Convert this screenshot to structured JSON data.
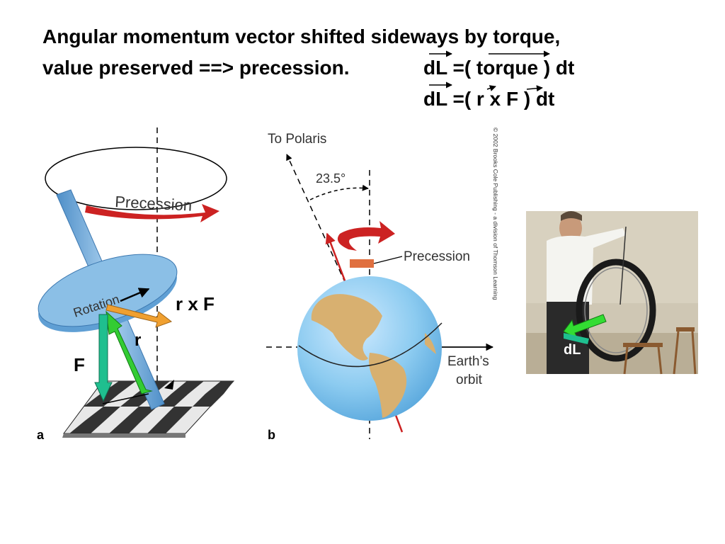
{
  "slide": {
    "title_line1": "Angular momentum vector shifted sideways by torque,",
    "title_line2": "value preserved ==> precession.",
    "equation1": "dL =( torque ) dt",
    "equation2": "dL =( r x F ) dt"
  },
  "figure_a": {
    "precession_label": "Precession",
    "rotation_label": "Rotation",
    "rxf_label": "r x F",
    "r_label": "r",
    "f_label": "F",
    "panel_letter": "a"
  },
  "figure_b": {
    "polaris_label": "To Polaris",
    "angle_label": "23.5°",
    "precession_label": "Precession",
    "orbit_label_1": "Earth’s",
    "orbit_label_2": "orbit",
    "panel_letter": "b",
    "copyright": "© 2002 Brooks Cole Publishing - a division of Thomson Learning"
  },
  "photo": {
    "dl_label": "dL"
  },
  "colors": {
    "arrow_green": "#33cc33",
    "arrow_teal": "#1fbf8f",
    "arrow_orange": "#f0a030",
    "precession_red": "#cc2222",
    "disk_blue": "#7fb3dd",
    "globe_blue": "#7fc4ee",
    "land_tan": "#d8b070"
  }
}
